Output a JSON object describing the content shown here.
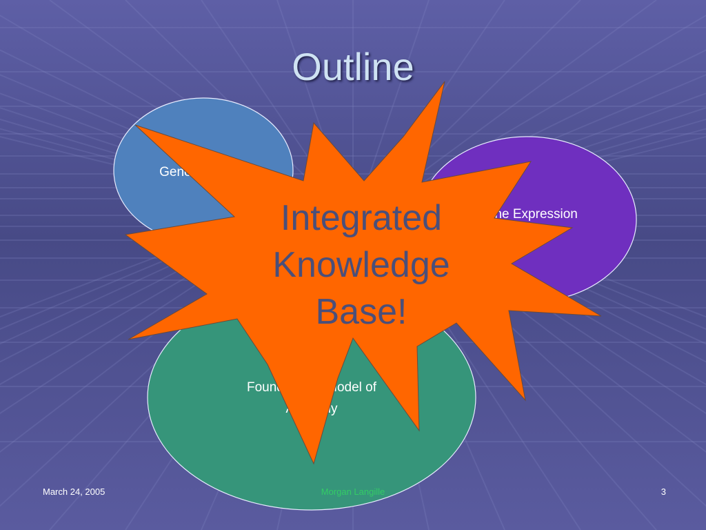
{
  "slide": {
    "title": "Outline",
    "footer": {
      "date": "March 24, 2005",
      "author": "Morgan Langille",
      "page_number": "3"
    }
  },
  "diagram": {
    "ellipses": [
      {
        "id": "gene-ontology",
        "lines": [
          "Gene Ontology"
        ],
        "fill": "#4f81bd"
      },
      {
        "id": "gene-expression",
        "lines": [
          "Gene Expression"
        ],
        "fill": "#6f2fbf"
      },
      {
        "id": "anatomy",
        "lines": [
          "Foundational Model of",
          "Anatomy"
        ],
        "fill": "#36957a"
      }
    ],
    "starburst": {
      "lines": [
        "Integrated",
        "Knowledge",
        "Base!"
      ],
      "fill": "#ff6600",
      "text_color": "#4a4f7a"
    }
  },
  "colors": {
    "background": "#50509a",
    "title": "#cfe2f3",
    "footer_text": "#ffffff",
    "footer_author": "#33cc66"
  }
}
